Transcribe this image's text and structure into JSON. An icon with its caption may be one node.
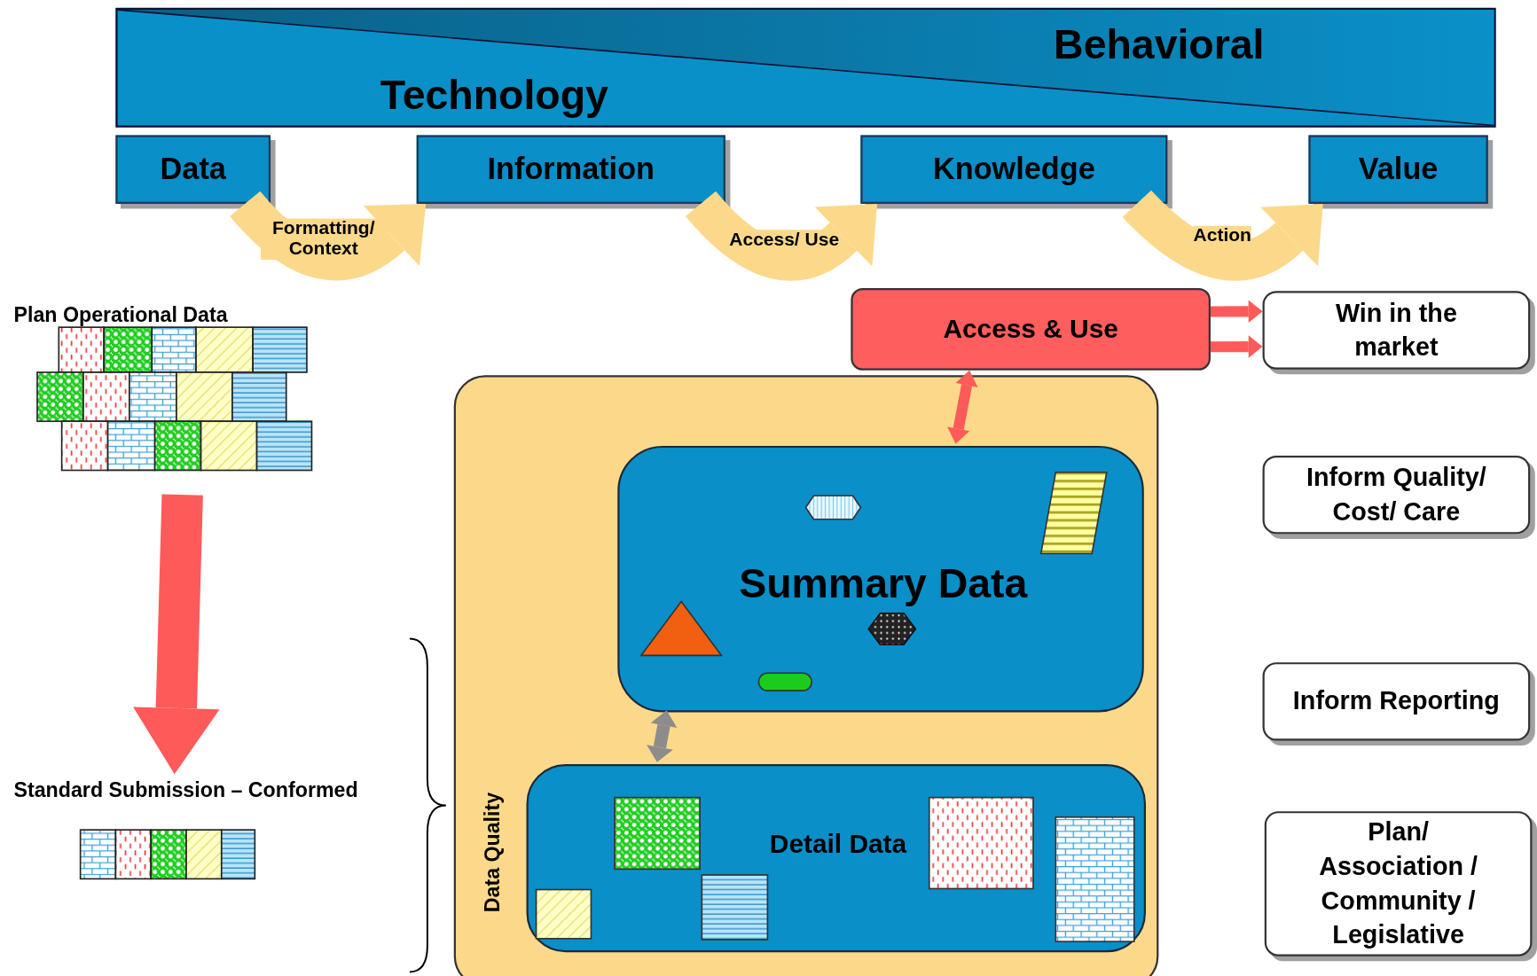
{
  "diagram": {
    "nodes": [
      {
        "text": [
          "Behavioral",
          "Technology"
        ]
      },
      {
        "text": [
          "Data"
        ]
      },
      {
        "text": [
          "Information"
        ]
      },
      {
        "text": [
          "Knowledge"
        ]
      },
      {
        "text": [
          "Value"
        ]
      },
      {
        "text": [
          "Plan Operational Data"
        ]
      },
      {
        "text": [
          "Standard Submission – Conformed"
        ]
      },
      {
        "text": [
          "Access & Use"
        ]
      },
      {
        "text": [
          "Win in the market"
        ]
      },
      {
        "text": [
          "Inform Quality/ Cost/ Care"
        ]
      },
      {
        "text": [
          "Inform Reporting"
        ]
      },
      {
        "text": [
          "Plan/ Association / Community / Legislative"
        ]
      },
      {
        "text": [
          "Data Quality"
        ]
      },
      {
        "text": [
          "Summary Data"
        ],
        "in": 12
      },
      {
        "text": [
          "Detail Data"
        ],
        "in": 12
      }
    ],
    "edges": [
      {
        "from": 1,
        "to": 2,
        "arrow": "to",
        "label": "Formatting/ Context",
        "color": "#fcd98a",
        "style": "thick"
      },
      {
        "from": 2,
        "to": 3,
        "arrow": "to",
        "label": "Access/ Use",
        "color": "#fcd98a",
        "style": "thick"
      },
      {
        "from": 3,
        "to": 4,
        "arrow": "to",
        "label": "Action",
        "color": "#fcd98a",
        "style": "thick"
      },
      {
        "from": 5,
        "to": 6,
        "arrow": "to",
        "color": "#ff5a5a",
        "style": "thick"
      },
      {
        "from": 7,
        "to": 8,
        "arrow": "to",
        "color": "#ff5a5a"
      },
      {
        "from": 7,
        "to": 8,
        "arrow": "to",
        "color": "#ff5a5a"
      },
      {
        "from": 7,
        "to": 13,
        "arrow": "both",
        "color": "#ff5a5a"
      },
      {
        "from": 13,
        "to": 14,
        "arrow": "both",
        "color": "#8c8c8c"
      }
    ]
  }
}
